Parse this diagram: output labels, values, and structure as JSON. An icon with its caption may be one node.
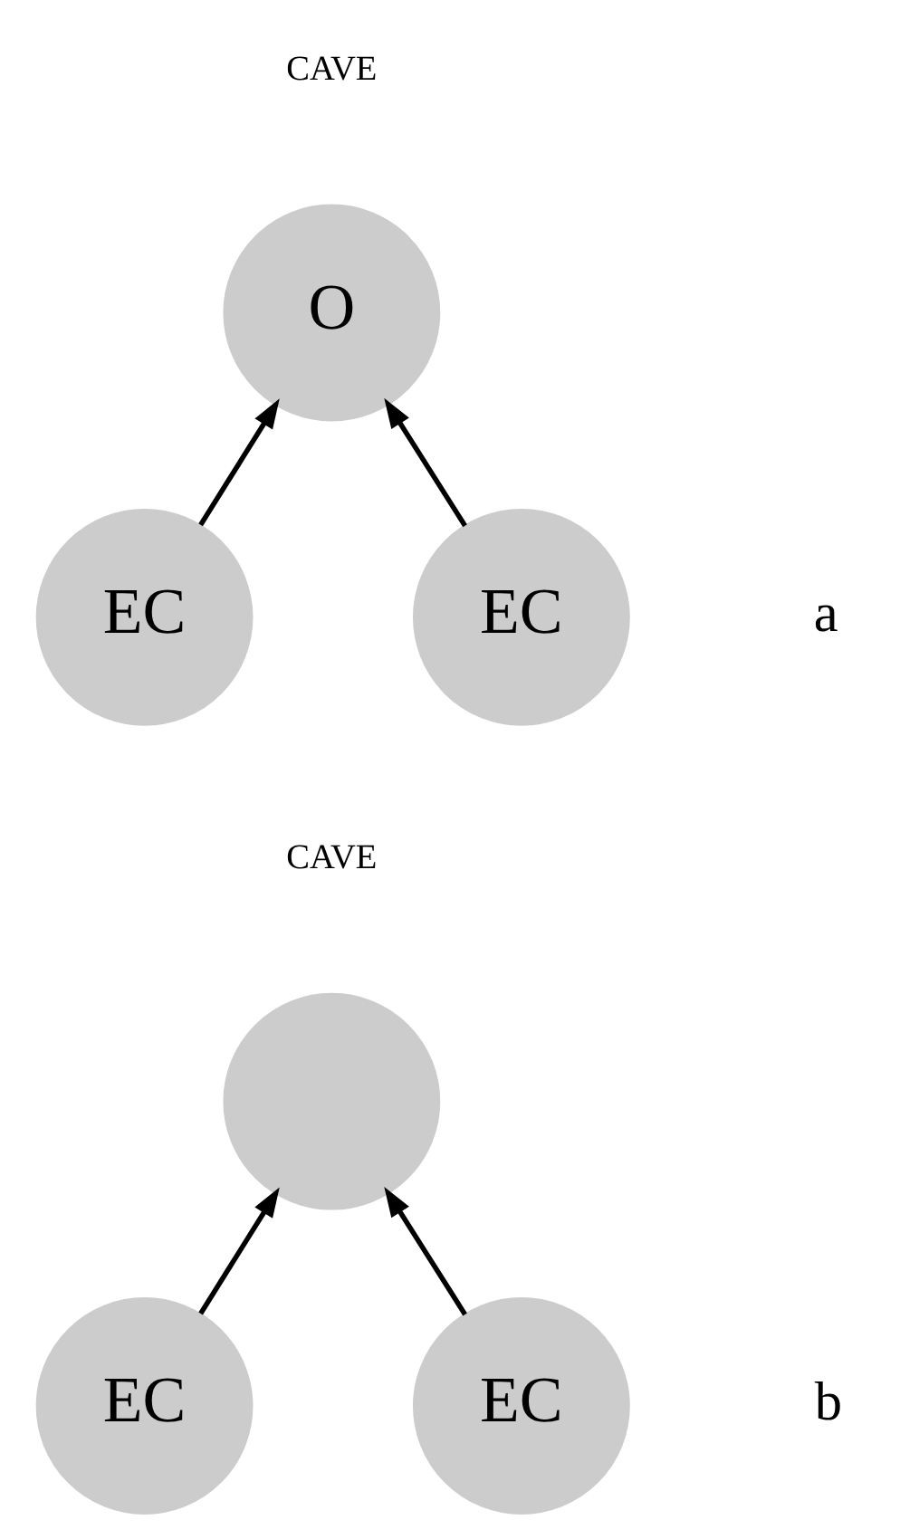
{
  "diagram": {
    "nodes": [
      {
        "text": [
          "O"
        ]
      },
      {
        "text": [
          "EC"
        ]
      },
      {
        "text": [
          "EC"
        ]
      },
      {
        "text": [],
        "shape": "circle"
      },
      {
        "text": [
          "EC"
        ]
      },
      {
        "text": [
          "EC"
        ]
      }
    ],
    "edges": [
      {
        "from": 1,
        "to": 0,
        "arrow": "to"
      },
      {
        "from": 2,
        "to": 0,
        "arrow": "to"
      },
      {
        "from": 4,
        "to": 3,
        "arrow": "to"
      },
      {
        "from": 5,
        "to": 3,
        "arrow": "to"
      }
    ],
    "labels": [
      "CAVE",
      "a",
      "CAVE",
      "b"
    ]
  }
}
